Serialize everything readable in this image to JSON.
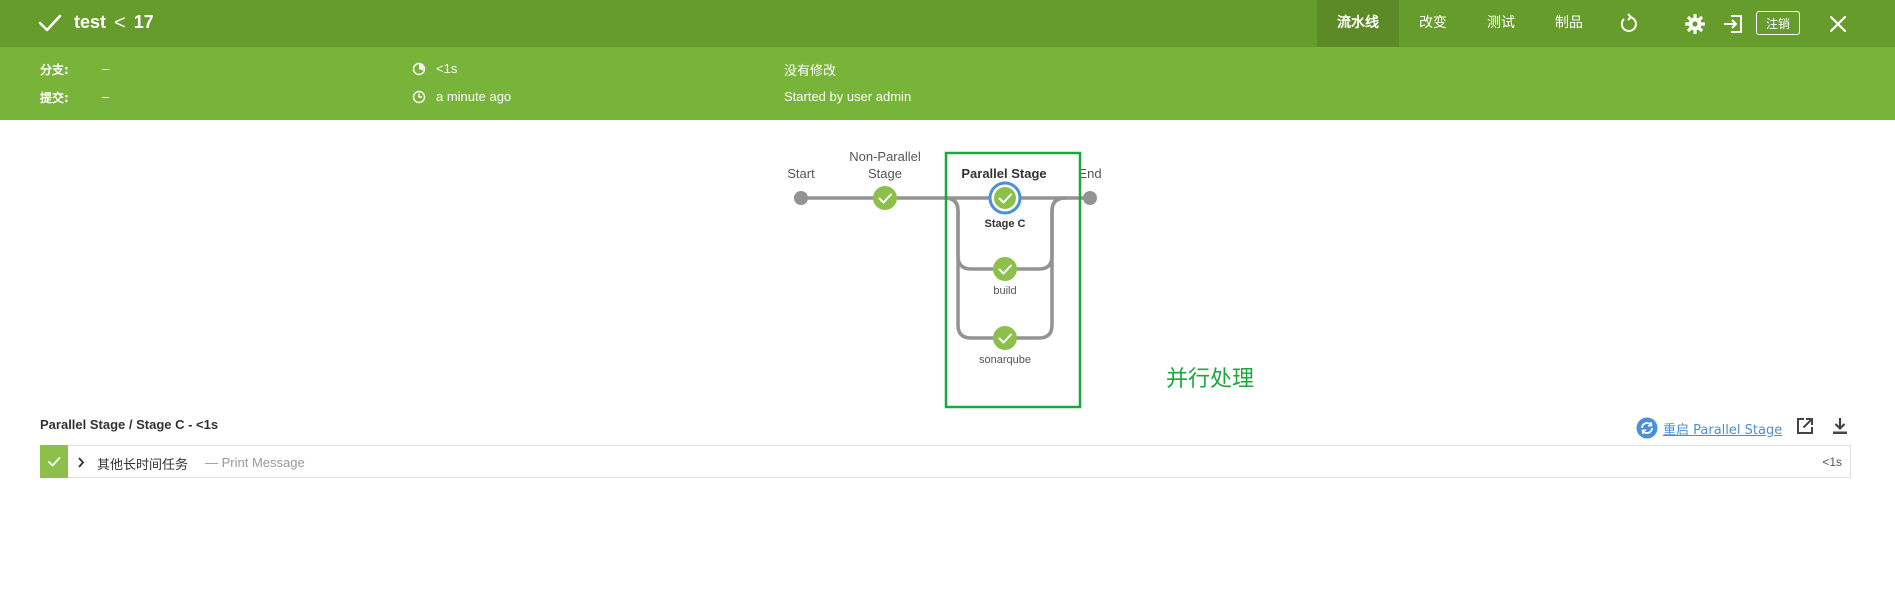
{
  "header": {
    "job_name": "test",
    "separator": "<",
    "build_number": "17",
    "tabs": [
      {
        "label": "流水线",
        "active": true
      },
      {
        "label": "改变",
        "active": false
      },
      {
        "label": "测试",
        "active": false
      },
      {
        "label": "制品",
        "active": false
      }
    ],
    "logout_label": "注销",
    "icons": [
      "check-icon",
      "replay-icon",
      "gear-icon",
      "sign-in-icon",
      "close-icon"
    ],
    "background_color": "#669c2c"
  },
  "run_info": {
    "branch_label": "分支:",
    "branch_value": "–",
    "commit_label": "提交:",
    "commit_value": "–",
    "duration": "<1s",
    "started_ago": "a minute ago",
    "changes": "没有修改",
    "cause": "Started by user admin",
    "background_color": "#78b33a"
  },
  "pipeline": {
    "nodes": {
      "start": "Start",
      "non_parallel_line1": "Non-Parallel",
      "non_parallel_line2": "Stage",
      "parallel_stage": "Parallel Stage",
      "end": "End"
    },
    "branches": [
      "Stage C",
      "build",
      "sonarqube"
    ],
    "selected_branch": "Stage C",
    "success_color": "#8cc04b",
    "annotation": "并行处理",
    "annotation_color": "#1aaa3c"
  },
  "steps": {
    "title": "Parallel Stage / Stage C - <1s",
    "restart_label": "重启 Parallel Stage",
    "row": {
      "name": "其他长时间任务",
      "message": "— Print Message",
      "duration": "<1s"
    }
  }
}
